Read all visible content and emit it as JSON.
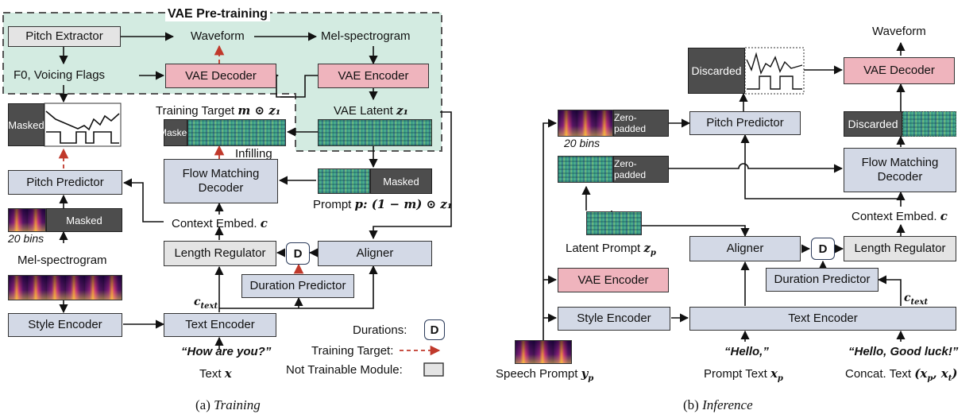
{
  "training": {
    "vae_title": "VAE Pre-training",
    "pitch_extractor": "Pitch Extractor",
    "waveform": "Waveform",
    "mel_spectrogram_top": "Mel-spectrogram",
    "f0_flags": "F0, Voicing Flags",
    "vae_decoder": "VAE Decoder",
    "vae_encoder": "VAE Encoder",
    "vae_latent": "VAE Latent",
    "vae_latent_sym": "z₁",
    "masked": "Masked",
    "training_target": "Training Target",
    "training_target_sym": "m ⊙ z₁",
    "infilling": "Infilling",
    "pitch_predictor": "Pitch Predictor",
    "flow_matching_decoder": "Flow Matching Decoder",
    "prompt_label": "Prompt",
    "prompt_sym": "p: (1 − m) ⊙ z₁",
    "context_embed": "Context Embed.",
    "context_sym": "c",
    "bins": "20 bins",
    "mel_spectrogram": "Mel-spectrogram",
    "length_regulator": "Length Regulator",
    "d_badge": "D",
    "aligner": "Aligner",
    "duration_predictor": "Duration Predictor",
    "c_text": "c",
    "c_text_sub": "text",
    "style_encoder": "Style Encoder",
    "text_encoder": "Text Encoder",
    "text_quote": "“How are you?”",
    "text_label": "Text",
    "text_sym": "x",
    "legend_durations": "Durations:",
    "legend_training_target": "Training Target:",
    "legend_not_trainable": "Not Trainable Module:",
    "caption_prefix": "(a)",
    "caption": "Training"
  },
  "inference": {
    "waveform": "Waveform",
    "discarded": "Discarded",
    "vae_decoder": "VAE Decoder",
    "zero_padded": "Zero-padded",
    "pitch_predictor": "Pitch Predictor",
    "bins": "20 bins",
    "flow_matching_decoder": "Flow Matching Decoder",
    "context_embed": "Context Embed.",
    "context_sym": "c",
    "latent_prompt": "Latent Prompt",
    "latent_prompt_sym": "z",
    "latent_prompt_sub": "p",
    "aligner": "Aligner",
    "d_badge": "D",
    "length_regulator": "Length Regulator",
    "vae_encoder": "VAE Encoder",
    "duration_predictor": "Duration Predictor",
    "c_text": "c",
    "c_text_sub": "text",
    "style_encoder": "Style Encoder",
    "text_encoder": "Text Encoder",
    "speech_prompt": "Speech Prompt",
    "speech_prompt_sym": "y",
    "speech_prompt_sub": "p",
    "prompt_quote": "“Hello,”",
    "prompt_text": "Prompt Text",
    "prompt_text_sym": "x",
    "prompt_text_sub": "p",
    "concat_quote": "“Hello, Good luck!”",
    "concat_text": "Concat. Text",
    "concat_sym": "(x",
    "concat_sub1": "p",
    "concat_mid": ", x",
    "concat_sub2": "t",
    "concat_end": ")",
    "caption_prefix": "(b)",
    "caption": "Inference"
  },
  "colors": {
    "trainable_blue": "#d3d9e6",
    "vae_pink": "#efb4bd",
    "frozen_grey": "#e4e4e4",
    "vae_region": "#d3ebe1",
    "training_target_arrow": "#c0392b"
  }
}
